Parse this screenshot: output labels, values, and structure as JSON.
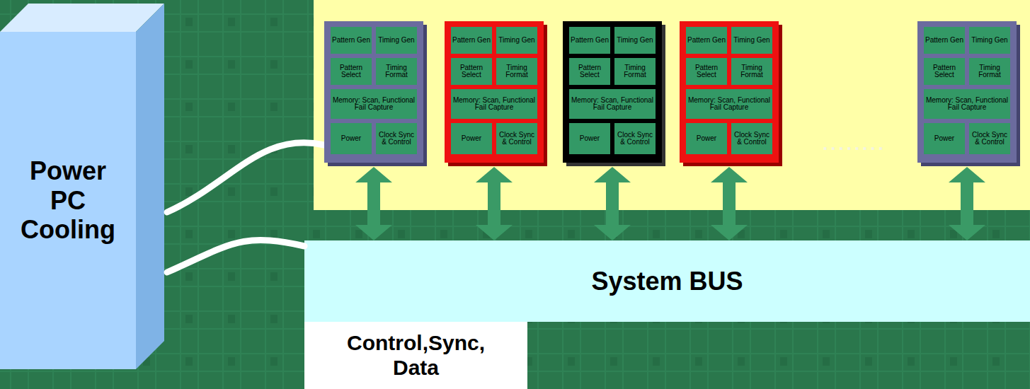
{
  "diagram": {
    "nodes": [
      {
        "text": [
          "Power PC Cooling"
        ]
      },
      {
        "text": []
      },
      {
        "text": [
          "Pattern Gen"
        ],
        "in": 1
      },
      {
        "text": [
          "Timing Gen"
        ],
        "in": 1
      },
      {
        "text": [
          "Pattern Select"
        ],
        "in": 1
      },
      {
        "text": [
          "Timing Format"
        ],
        "in": 1
      },
      {
        "text": [
          "Memory: Scan, Functional Fail Capture"
        ],
        "in": 1
      },
      {
        "text": [
          "Power"
        ],
        "in": 1
      },
      {
        "text": [
          "Clock Sync & Control"
        ],
        "in": 1
      },
      {
        "text": []
      },
      {
        "text": [
          "Pattern Gen"
        ],
        "in": 9
      },
      {
        "text": [
          "Timing Gen"
        ],
        "in": 9
      },
      {
        "text": [
          "Pattern Select"
        ],
        "in": 9
      },
      {
        "text": [
          "Timing Format"
        ],
        "in": 9
      },
      {
        "text": [
          "Memory: Scan, Functional Fail Capture"
        ],
        "in": 9
      },
      {
        "text": [
          "Power"
        ],
        "in": 9
      },
      {
        "text": [
          "Clock Sync & Control"
        ],
        "in": 9
      },
      {
        "text": []
      },
      {
        "text": [
          "Pattern Gen"
        ],
        "in": 17
      },
      {
        "text": [
          "Timing Gen"
        ],
        "in": 17
      },
      {
        "text": [
          "Pattern Select"
        ],
        "in": 17
      },
      {
        "text": [
          "Timing Format"
        ],
        "in": 17
      },
      {
        "text": [
          "Memory: Scan, Functional Fail Capture"
        ],
        "in": 17
      },
      {
        "text": [
          "Power"
        ],
        "in": 17
      },
      {
        "text": [
          "Clock Sync & Control"
        ],
        "in": 17
      },
      {
        "text": []
      },
      {
        "text": [
          "Pattern Gen"
        ],
        "in": 25
      },
      {
        "text": [
          "Timing Gen"
        ],
        "in": 25
      },
      {
        "text": [
          "Pattern Select"
        ],
        "in": 25
      },
      {
        "text": [
          "Timing Format"
        ],
        "in": 25
      },
      {
        "text": [
          "Memory: Scan, Functional Fail Capture"
        ],
        "in": 25
      },
      {
        "text": [
          "Power"
        ],
        "in": 25
      },
      {
        "text": [
          "Clock Sync & Control"
        ],
        "in": 25
      },
      {
        "text": []
      },
      {
        "text": [
          "Pattern Gen"
        ],
        "in": 33
      },
      {
        "text": [
          "Timing Gen"
        ],
        "in": 33
      },
      {
        "text": [
          "Pattern Select"
        ],
        "in": 33
      },
      {
        "text": [
          "Timing Format"
        ],
        "in": 33
      },
      {
        "text": [
          "Memory: Scan, Functional Fail Capture"
        ],
        "in": 33
      },
      {
        "text": [
          "Power"
        ],
        "in": 33
      },
      {
        "text": [
          "Clock Sync & Control"
        ],
        "in": 33
      },
      {
        "text": [
          "System BUS"
        ]
      },
      {
        "text": [
          "Control,Sync, Data"
        ]
      }
    ],
    "edges": [
      {
        "from": 0,
        "to": 1,
        "arrow": "none"
      },
      {
        "from": 0,
        "to": 41,
        "arrow": "none"
      },
      {
        "from": 1,
        "to": 41,
        "arrow": "both"
      },
      {
        "from": 9,
        "to": 41,
        "arrow": "both"
      },
      {
        "from": 17,
        "to": 41,
        "arrow": "both"
      },
      {
        "from": 25,
        "to": 41,
        "arrow": "both"
      },
      {
        "from": 33,
        "to": 41,
        "arrow": "both"
      }
    ],
    "labels": [
      "........"
    ]
  }
}
